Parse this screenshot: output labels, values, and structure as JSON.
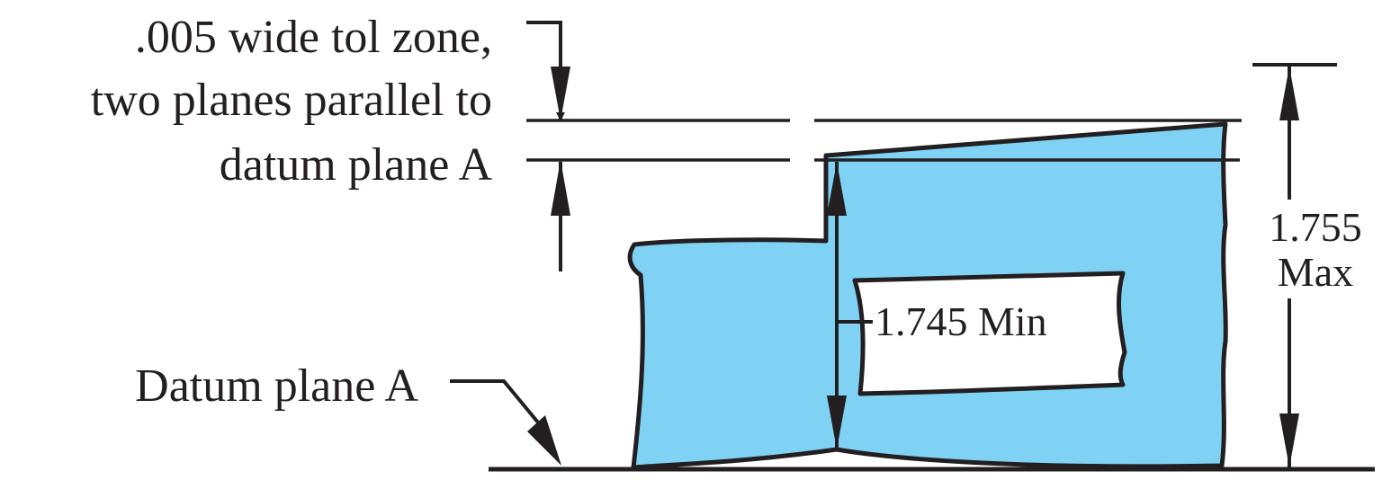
{
  "labels": {
    "tolerance_line1": ".005 wide tol zone,",
    "tolerance_line2": "two planes parallel to",
    "tolerance_line3": "datum plane A",
    "datum": "Datum plane A",
    "min_dim": "1.745 Min",
    "max_dim_value": "1.755",
    "max_dim_suffix": "Max"
  },
  "colors": {
    "part_fill": "#80d2f5",
    "line": "#231f20",
    "background": "#ffffff"
  }
}
